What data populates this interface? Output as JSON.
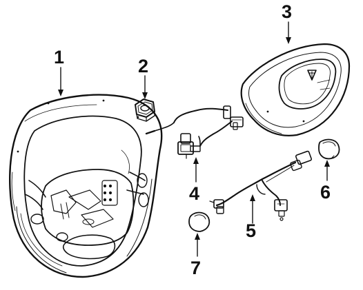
{
  "diagram": {
    "background": "#ffffff",
    "ink": "#111111",
    "parts": [
      {
        "number": "1",
        "item": "steering-wheel"
      },
      {
        "number": "2",
        "item": "nut"
      },
      {
        "number": "3",
        "item": "air-bag-module"
      },
      {
        "number": "4",
        "item": "wiring-harness"
      },
      {
        "number": "5",
        "item": "switch-wiring-harness"
      },
      {
        "number": "6",
        "item": "switch-button"
      },
      {
        "number": "7",
        "item": "switch-button"
      }
    ]
  }
}
